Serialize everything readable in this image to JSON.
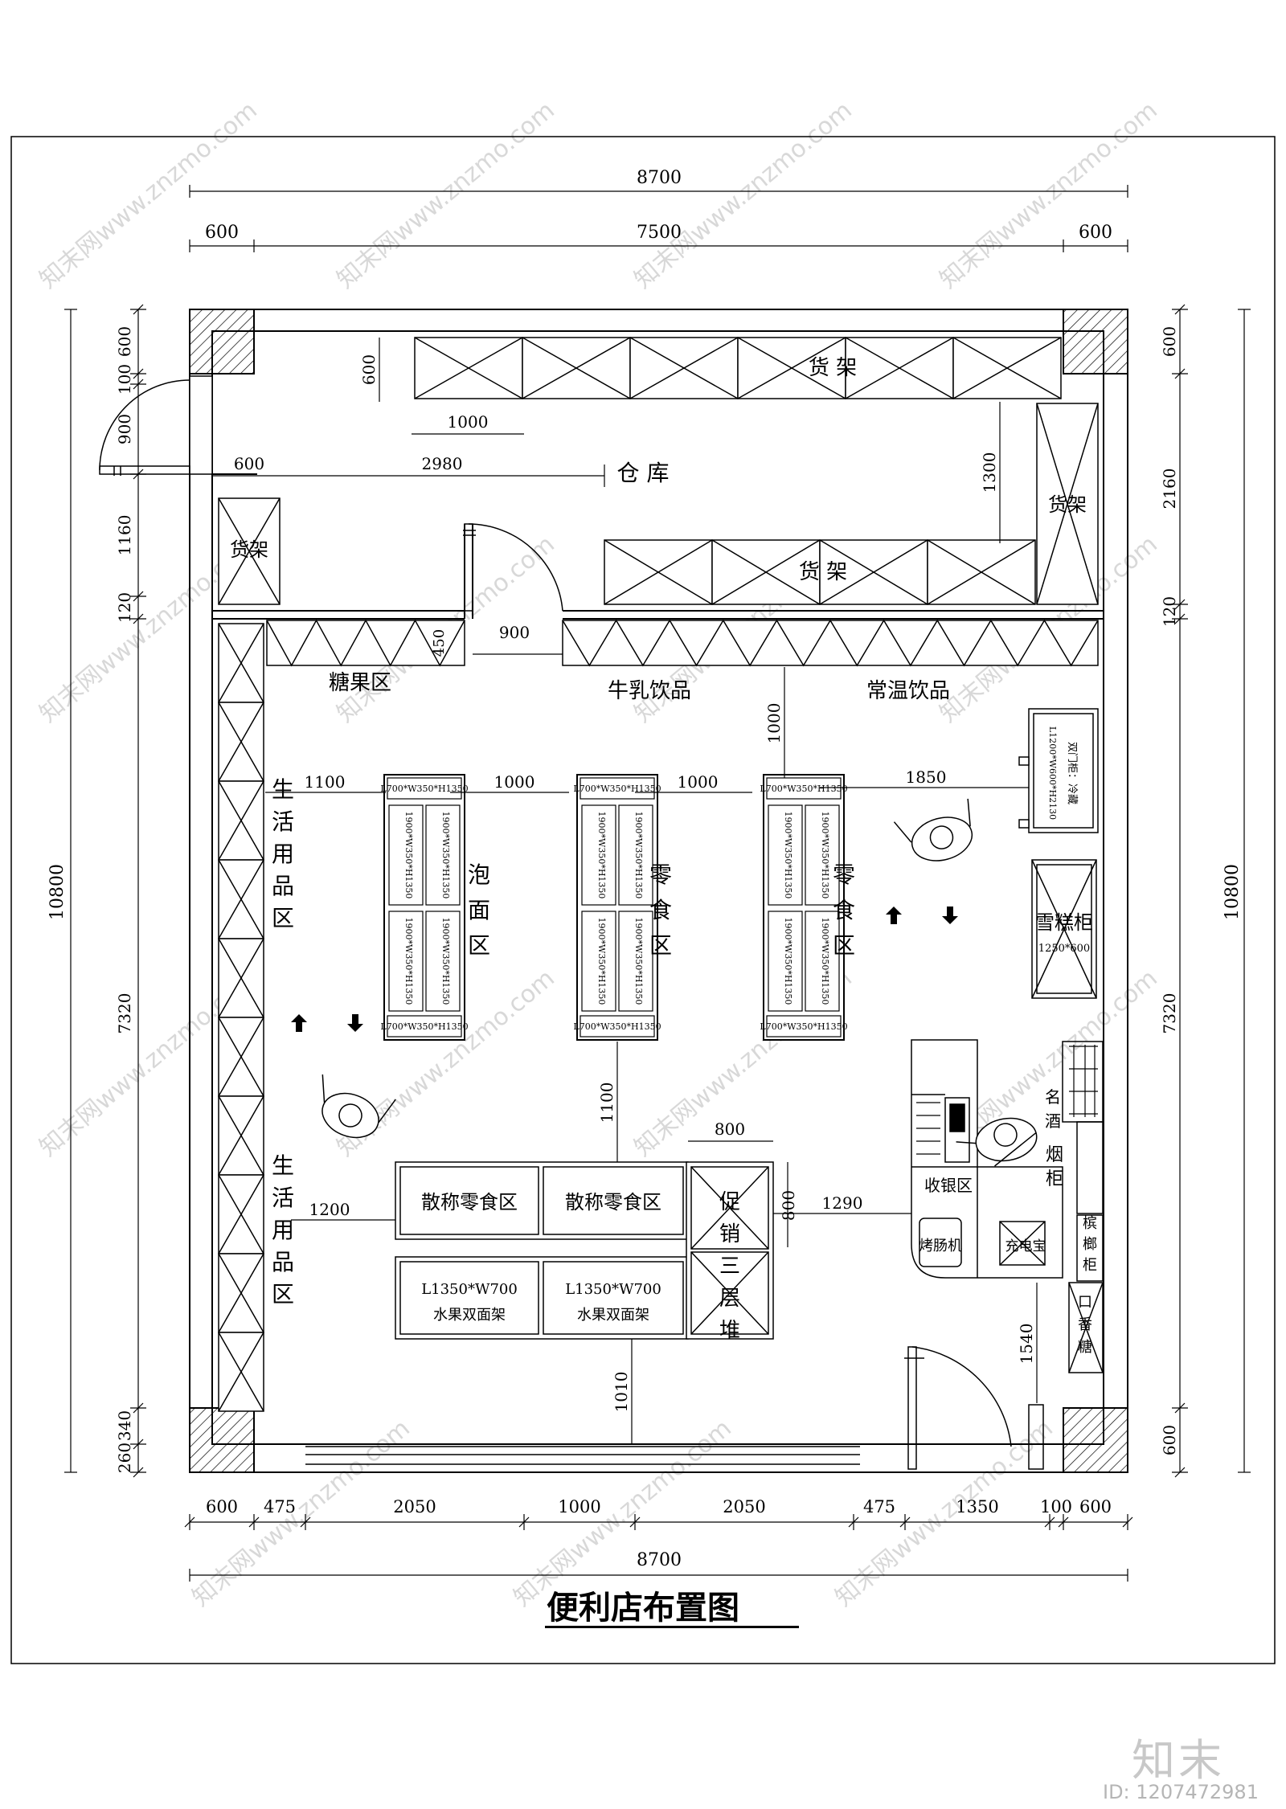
{
  "title": "便利店布置图",
  "brand": "知末",
  "image_id": "ID: 1207472981",
  "watermark": "知末网www.znzmo.com",
  "dims": {
    "top_total": "8700",
    "top_left": "600",
    "top_mid": "7500",
    "top_right": "600",
    "bottom_total": "8700",
    "bottom_segments": [
      "600",
      "475",
      "2050",
      "1000",
      "2050",
      "475",
      "1350",
      "100",
      "600"
    ],
    "left_total": "10800",
    "left_segments": [
      "600",
      "100",
      "900",
      "1160",
      "120",
      "7320",
      "340",
      "260"
    ],
    "right_total": "10800",
    "right_segments": [
      "600",
      "2160",
      "120",
      "7320",
      "600"
    ]
  },
  "inner_dims": {
    "shelf_depth": "600",
    "shelf_width": "1000",
    "corridor_left": "600",
    "corridor_len": "2980",
    "right_shelf": "1300",
    "candy_depth": "450",
    "door_width": "900",
    "milk_gap": "1000",
    "aisle_1100": "1100",
    "aisle_1000a": "1000",
    "aisle_1000b": "1000",
    "aisle_1850": "1850",
    "aisle_mid": "1100",
    "aisle_1200": "1200",
    "promo_width": "800",
    "promo_depth": "800",
    "aisle_1290": "1290",
    "aisle_1010": "1010",
    "entry_1540": "1540"
  },
  "rooms": {
    "warehouse": "仓 库",
    "shelf_top": "货 架",
    "shelf_mid": "货 架",
    "shelf_left": "货架",
    "shelf_right": "货架"
  },
  "zones": {
    "candy": "糖果区",
    "milk": "牛乳饮品",
    "ambient": "常温饮品",
    "daily_top": "生活用品区",
    "daily_bottom": "生活用品区",
    "noodle": "泡面区",
    "snack_a": "零食区",
    "snack_b": "零食区",
    "fridge_label": "双门柜：冷藏",
    "fridge_size": "L1200*W600*H2130",
    "icecream": "雪糕柜",
    "icecream_size": "1250*600",
    "liquor": "名酒",
    "tobacco": "烟柜",
    "cashier": "收银区",
    "sausage": "烤肠机",
    "charger": "充电宝",
    "betel": "槟榔柜",
    "gum": "口香糖",
    "bulk_a": "散称零食区",
    "bulk_b": "散称零食区",
    "fruit_a_size": "L1350*W700",
    "fruit_a": "水果双面架",
    "fruit_b_size": "L1350*W700",
    "fruit_b": "水果双面架",
    "promo": "促销三层堆"
  },
  "gondola": {
    "end_label": "L700*W350*H1350",
    "side_label": "1900*W350*H1350"
  }
}
